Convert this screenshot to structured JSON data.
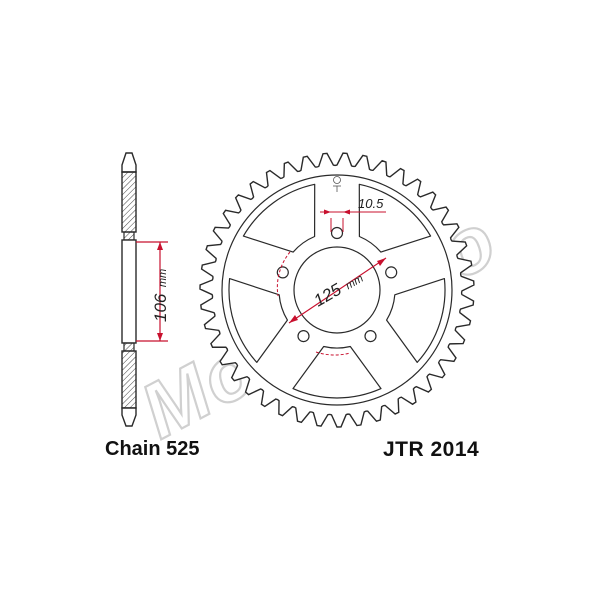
{
  "labels": {
    "chain": "Chain 525",
    "part_number": "JTR 2014",
    "bore_diameter": "106",
    "bore_unit": "mm",
    "pcd_diameter": "125",
    "pcd_unit": "mm",
    "bolt_hole_size": "10.5"
  },
  "watermark": {
    "text": "MotoMoto"
  },
  "sprocket": {
    "teeth": 43,
    "spokes": 5,
    "bolt_holes": 5
  },
  "colors": {
    "outline": "#2a2a2a",
    "dimension": "#c8102e",
    "hatch": "#444444",
    "watermark": "#d0d0d0"
  }
}
